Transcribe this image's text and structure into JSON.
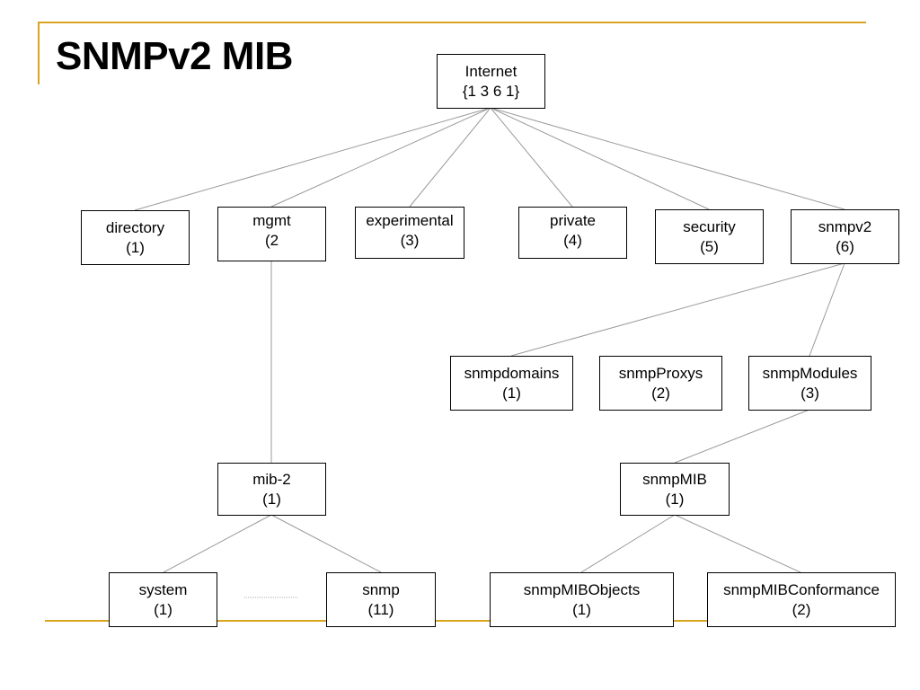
{
  "slide": {
    "title": "SNMPv2 MIB"
  },
  "nodes": {
    "internet": {
      "name": "Internet",
      "id": "{1 3 6 1}"
    },
    "directory": {
      "name": "directory",
      "id": "(1)"
    },
    "mgmt": {
      "name": "mgmt",
      "id": "(2"
    },
    "experimental": {
      "name": "experimental",
      "id": "(3)"
    },
    "private": {
      "name": "private",
      "id": "(4)"
    },
    "security": {
      "name": "security",
      "id": "(5)"
    },
    "snmpv2": {
      "name": "snmpv2",
      "id": "(6)"
    },
    "snmpdomains": {
      "name": "snmpdomains",
      "id": "(1)"
    },
    "snmpproxys": {
      "name": "snmpProxys",
      "id": "(2)"
    },
    "snmpmodules": {
      "name": "snmpModules",
      "id": "(3)"
    },
    "mib2": {
      "name": "mib-2",
      "id": "(1)"
    },
    "snmpmib": {
      "name": "snmpMIB",
      "id": "(1)"
    },
    "system": {
      "name": "system",
      "id": "(1)"
    },
    "snmp": {
      "name": "snmp",
      "id": "(11)"
    },
    "snmpmibobjects": {
      "name": "snmpMIBObjects",
      "id": "(1)"
    },
    "snmpmibconf": {
      "name": "snmpMIBConformance",
      "id": "(2)"
    }
  },
  "colors": {
    "accent": "#d9a521",
    "edge": "#9a9a9a",
    "border": "#000000"
  }
}
